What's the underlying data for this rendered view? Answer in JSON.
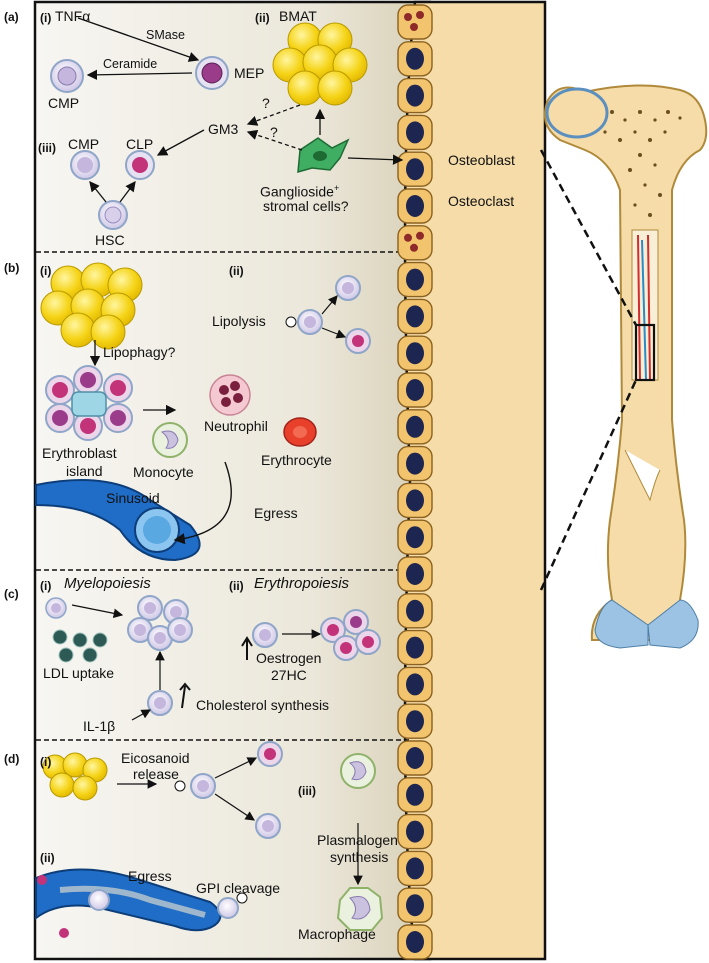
{
  "panels": {
    "a": {
      "tag": "(a)",
      "i": "(i)",
      "tnf": "TNFα",
      "smase": "SMase",
      "mep": "MEP",
      "ceramide": "Ceramide",
      "cmp": "CMP",
      "ii": "(ii)",
      "bmat": "BMAT",
      "q1": "?",
      "q2": "?",
      "gm3": "GM3",
      "iii": "(iii)",
      "cmp2": "CMP",
      "clp": "CLP",
      "hsc": "HSC",
      "ganglioside": "Ganglioside",
      "plus": "+",
      "stromal": "stromal cells?"
    },
    "b": {
      "tag": "(b)",
      "i": "(i)",
      "ii": "(ii)",
      "lipophagy": "Lipophagy?",
      "lipolysis": "Lipolysis",
      "neutrophil": "Neutrophil",
      "erythrocyte": "Erythrocyte",
      "erythroblast": "Erythroblast",
      "island": "island",
      "monocyte": "Monocyte",
      "sinusoid": "Sinusoid",
      "egress": "Egress"
    },
    "c": {
      "tag": "(c)",
      "i": "(i)",
      "myelo": "Myelopoiesis",
      "ii": "(ii)",
      "erythro": "Erythropoiesis",
      "ldl": "LDL uptake",
      "oestrogen": "Oestrogen",
      "hc": "27HC",
      "chol": "Cholesterol synthesis",
      "il1b": "IL-1β"
    },
    "d": {
      "tag": "(d)",
      "i": "(i)",
      "eico1": "Eicosanoid",
      "eico2": "release",
      "iii": "(iii)",
      "plasm1": "Plasmalogen",
      "plasm2": "synthesis",
      "ii": "(ii)",
      "egress": "Egress",
      "gpi": "GPI cleavage",
      "macrophage": "Macrophage"
    }
  },
  "bone": {
    "osteoblast": "Osteoblast",
    "osteoclast": "Osteoclast"
  },
  "colors": {
    "adipocyte": "#f5d316",
    "adipocyte_edge": "#b89a00",
    "bone": "#f5dca8",
    "bone_edge": "#b08a3a",
    "lining_cell": "#f3c46e",
    "nucleus": "#1d2650",
    "stem_cell": "#dcd6ee",
    "stem_edge": "#8fa6c9",
    "erythroid": "#c2337a",
    "erythrocyte": "#e8402a",
    "sinusoid": "#1f6dc6",
    "cartilage": "#9cc3e3",
    "marrow_panel": "#ece9e0"
  }
}
